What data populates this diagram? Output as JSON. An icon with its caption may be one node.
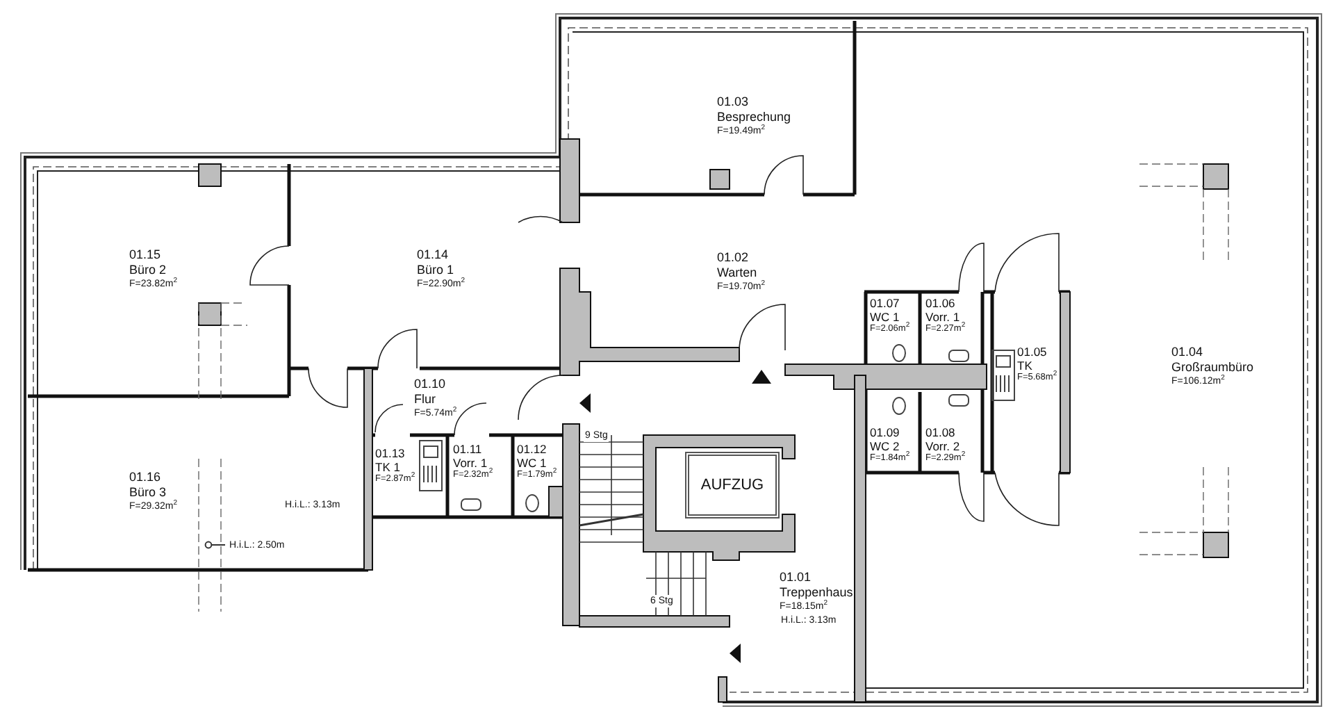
{
  "diagram": {
    "nodes": [
      {
        "text": [
          "01.03",
          "Besprechung",
          "F=19.49m$^{2}$"
        ]
      },
      {
        "text": [
          "01.15",
          "Büro 2",
          "F=23.82m$^{2}$"
        ]
      },
      {
        "text": [
          "01.14",
          "Büro 1",
          "F=22.90m$^{2}$"
        ]
      },
      {
        "text": [
          "01.02",
          "Warten",
          "F=19.70m$^{2}$"
        ]
      },
      {
        "text": [
          "01.07",
          "WC 1",
          "F=2.06m$^{2}$"
        ]
      },
      {
        "text": [
          "01.06",
          "Vorr. 1",
          "F=2.27m$^{2}$"
        ]
      },
      {
        "text": [
          "01.05",
          "TK",
          "F=5.68m$^{2}$"
        ]
      },
      {
        "text": [
          "01.04",
          "Großraumbüro",
          "F=106.12m$^{2}$"
        ]
      },
      {
        "text": [
          "01.10",
          "Flur",
          "F=5.74m$^{2}$"
        ]
      },
      {
        "text": [
          "01.13",
          "TK 1",
          "F=2.87m$^{2}$"
        ]
      },
      {
        "text": [
          "01.11",
          "Vorr. 1",
          "F=2.32m$^{2}$"
        ]
      },
      {
        "text": [
          "01.12",
          "WC 1",
          "F=1.79m$^{2}$"
        ]
      },
      {
        "text": [
          "01.09",
          "WC 2",
          "F=1.84m$^{2}$"
        ]
      },
      {
        "text": [
          "01.08",
          "Vorr. 2",
          "F=2.29m$^{2}$"
        ]
      },
      {
        "text": [
          "01.16",
          "Büro 3",
          "F=29.32m$^{2}$"
        ]
      },
      {
        "text": [
          "AUFZUG"
        ]
      },
      {
        "text": [
          "01.01",
          "Treppenhaus",
          "F=18.15m$^{2}$"
        ]
      }
    ],
    "labels": [
      "H.i.L.: 3.13m",
      "H.i.L.: 2.50m",
      "9 Stg",
      "6 Stg",
      "H.i.L.: 3.13m"
    ]
  }
}
